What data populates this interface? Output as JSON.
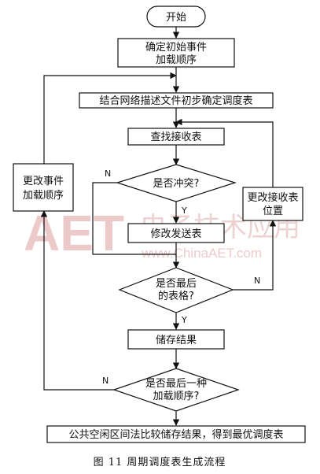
{
  "nodes": {
    "start": "开始",
    "determine_order": [
      "确定初始事件",
      "加载顺序"
    ],
    "initial_table": "结合网络描述文件初步确定调度表",
    "find_receive": "查找接收表",
    "conflict": "是否冲突?",
    "modify_send": "修改发送表",
    "last_table": [
      "是否最后",
      "的表格?"
    ],
    "store_result": "储存结果",
    "last_order": [
      "是否最后一种",
      "加载顺序?"
    ],
    "final": "公共空闲区间法比较储存结果，得到最优调度表",
    "change_order": [
      "更改事件",
      "加载顺序"
    ],
    "change_receive": [
      "更改接收表",
      "位置"
    ]
  },
  "labels": {
    "conflict_no": "N",
    "conflict_yes": "Y",
    "last_table_no": "N",
    "last_table_yes": "Y",
    "last_order_no": "N"
  },
  "watermark": {
    "logo": "AET",
    "chinese": "电子技术应用",
    "url": "www.ChinaAET.com"
  },
  "caption": "图 11  周期调度表生成流程"
}
